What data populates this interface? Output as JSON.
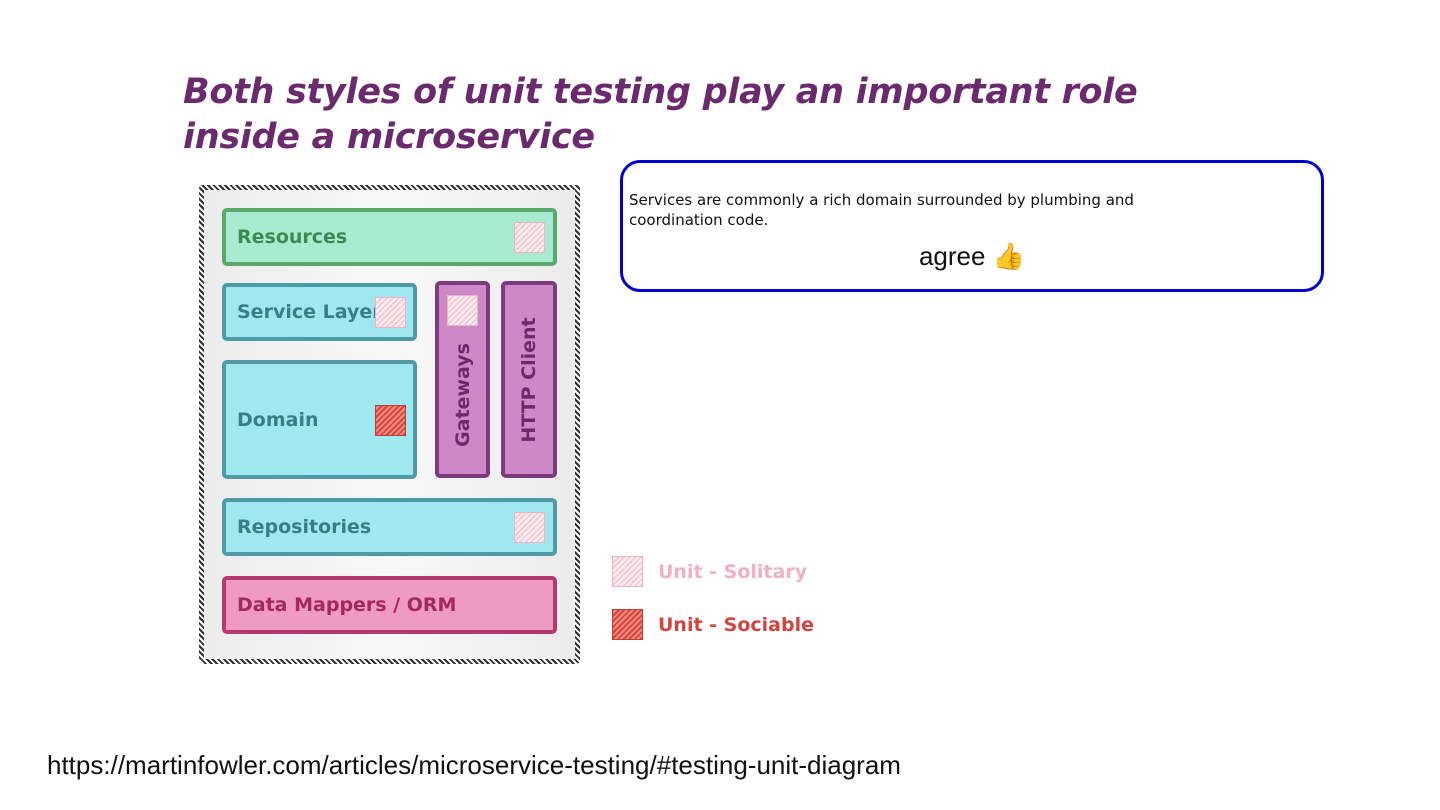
{
  "title": "Both styles of unit testing play an important role inside a microservice",
  "diagram": {
    "layers": {
      "resources": "Resources",
      "service_layer": "Service Layer",
      "domain": "Domain",
      "gateways": "Gateways",
      "http_client": "HTTP Client",
      "repositories": "Repositories",
      "data_mappers": "Data Mappers / ORM"
    }
  },
  "legend": {
    "solitary": "Unit - Solitary",
    "sociable": "Unit - Sociable"
  },
  "callout": {
    "text": "Services are commonly a rich domain surrounded by plumbing and coordination code.",
    "reaction": "agree 👍"
  },
  "source_url": "https://martinfowler.com/articles/microservice-testing/#testing-unit-diagram",
  "colors": {
    "title": "#6b2a6e",
    "callout_border": "#0000d0",
    "solitary": "#f7c9d4",
    "sociable": "#d8453f"
  }
}
